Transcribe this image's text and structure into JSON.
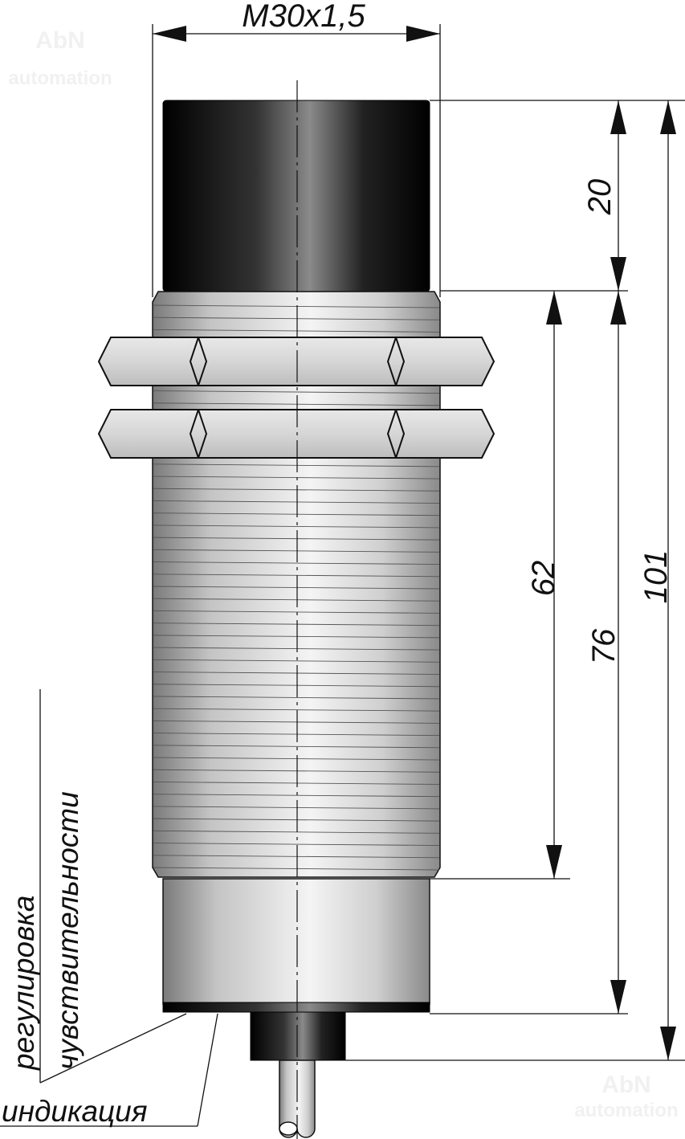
{
  "watermark": {
    "brand": "AbN",
    "sub": "automation"
  },
  "dimensions": {
    "thread": "M30x1,5",
    "cap_length": "20",
    "thread_length": "62",
    "body_length": "76",
    "total_length": "101"
  },
  "labels": {
    "adjust_line1": "регулировка",
    "adjust_line2": "чувствительности",
    "indication": "индикация"
  },
  "thread_line_count": 46
}
